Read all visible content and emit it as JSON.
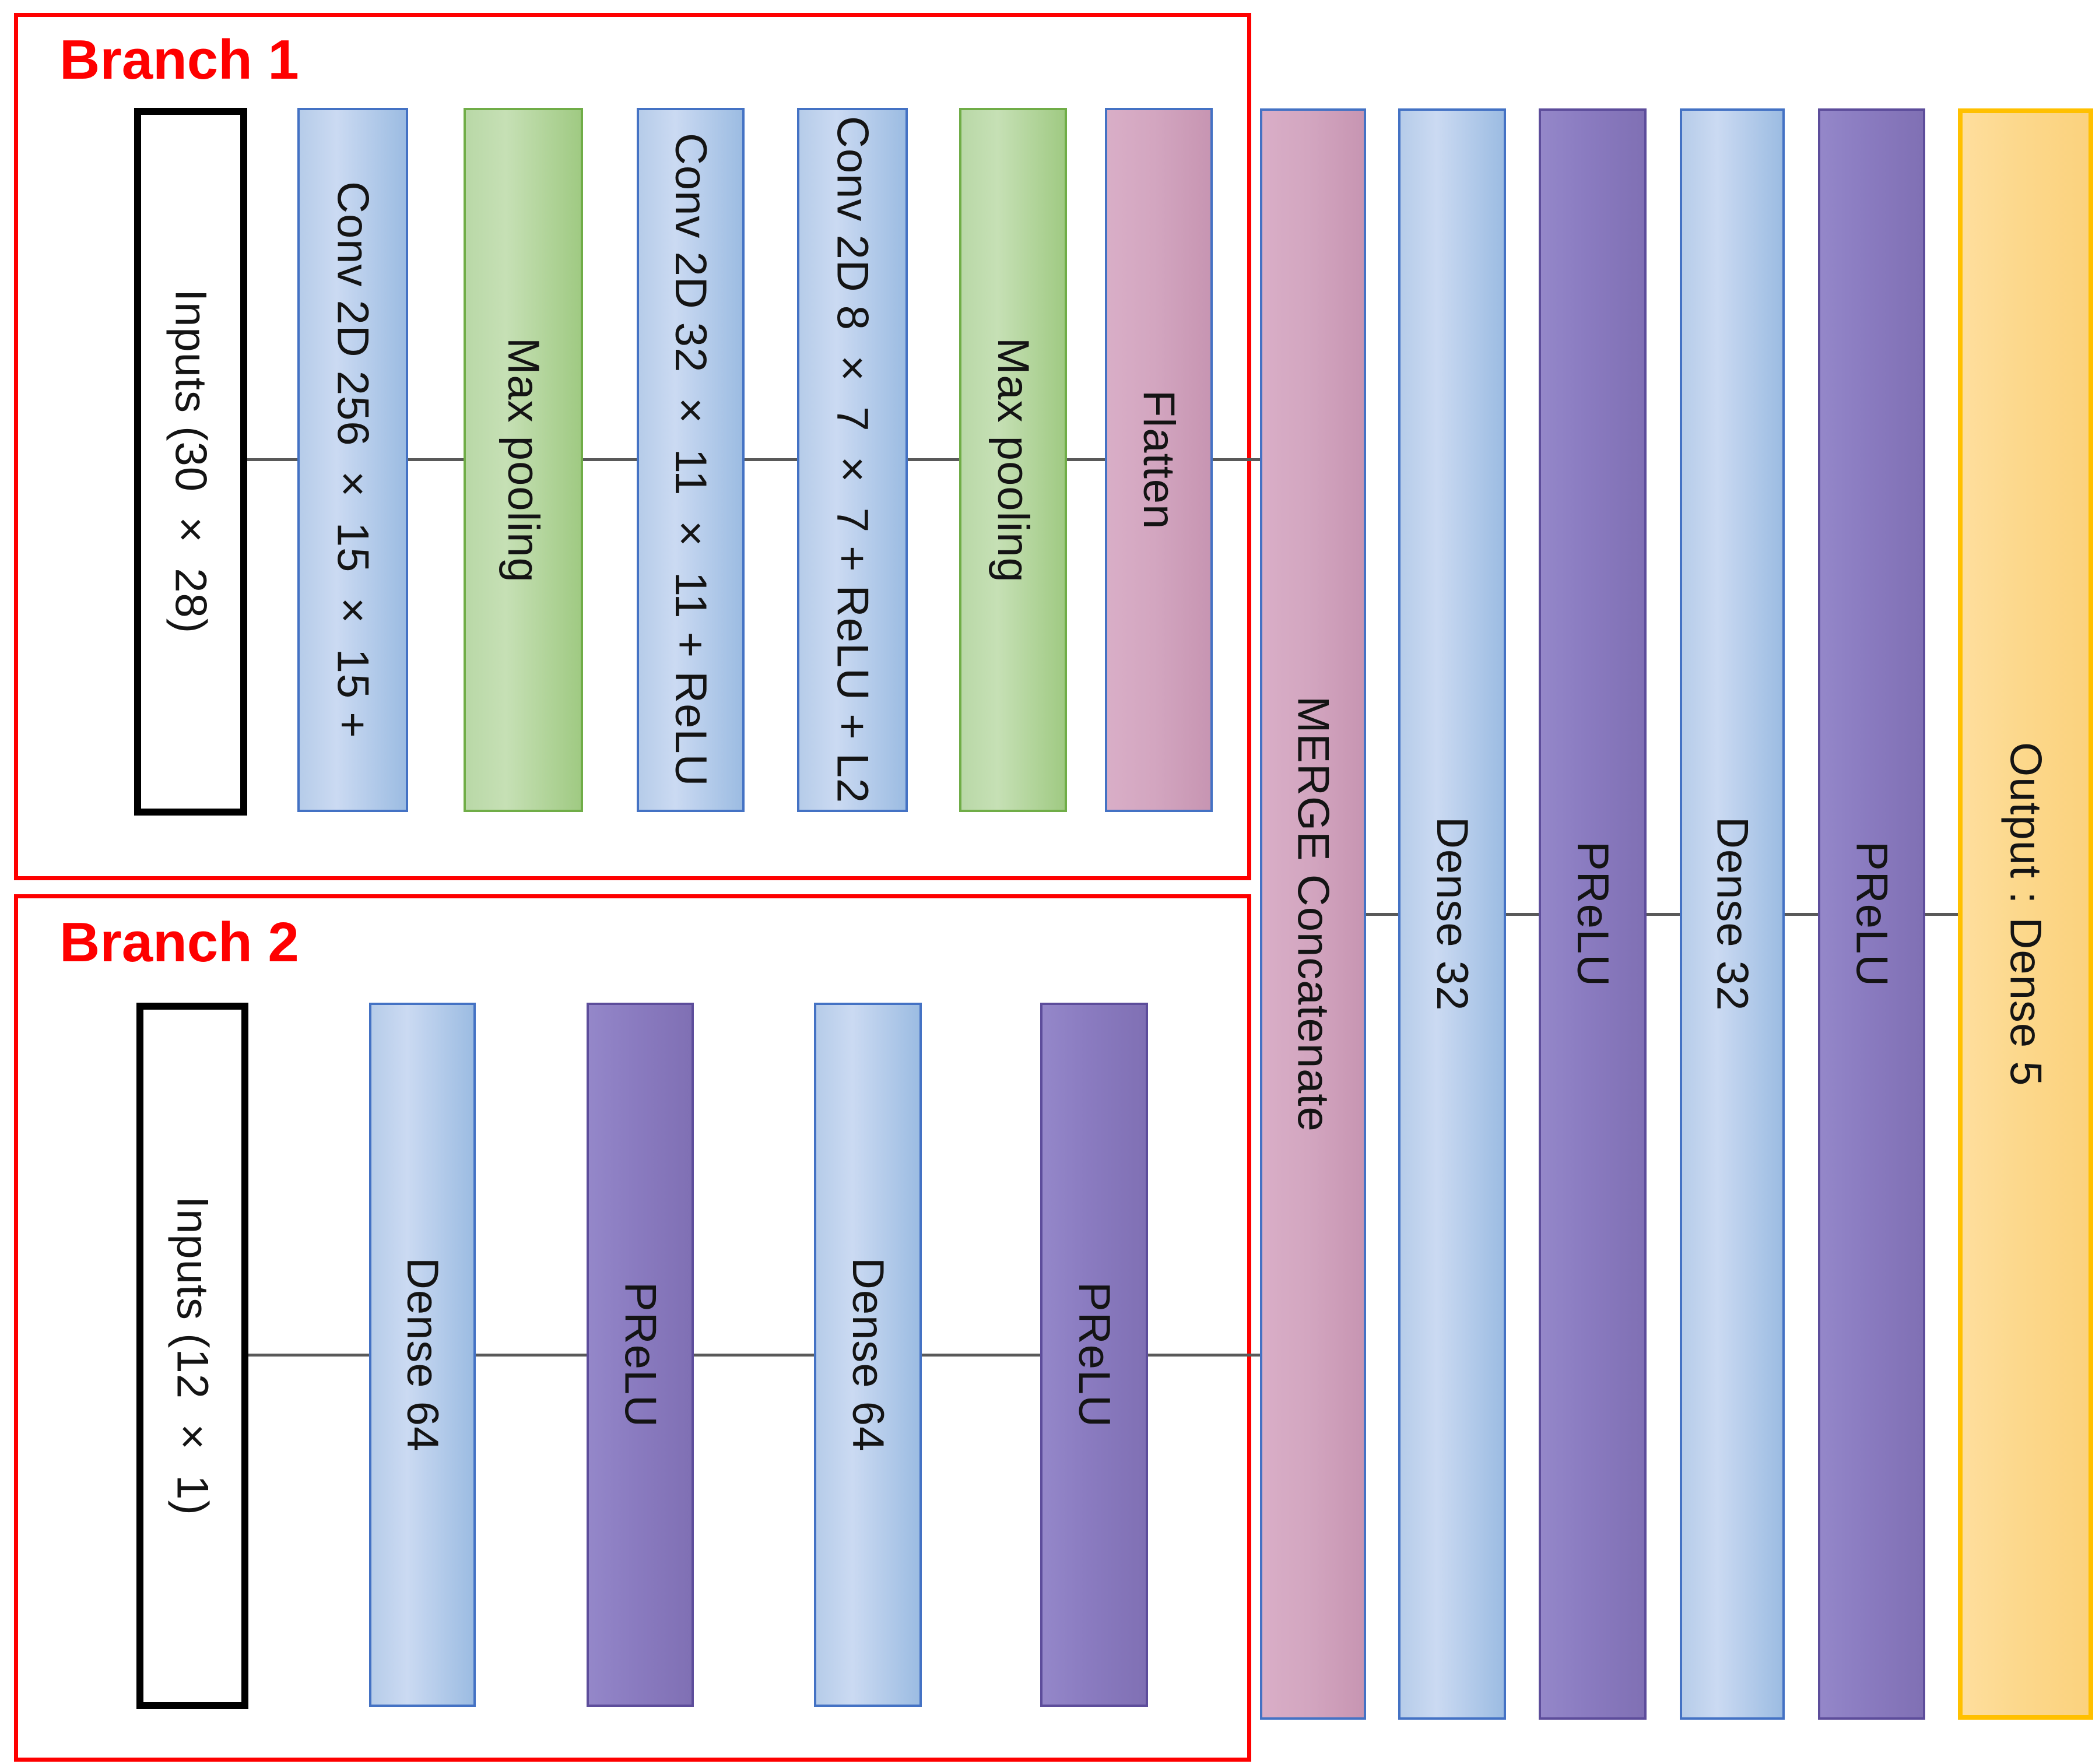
{
  "diagram": {
    "title_hint": "Two-branch neural network architecture",
    "branch1": {
      "label": "Branch 1",
      "layers": [
        {
          "label": "Inputs (30 × 28)",
          "type": "input"
        },
        {
          "label": "Conv 2D 256 × 15 × 15 +",
          "type": "conv"
        },
        {
          "label": "Max pooling",
          "type": "pool"
        },
        {
          "label": "Conv 2D 32 × 11 × 11 + ReLU",
          "type": "conv"
        },
        {
          "label": "Conv 2D 8 × 7 × 7 + ReLU + L2",
          "type": "conv"
        },
        {
          "label": "Max pooling",
          "type": "pool"
        },
        {
          "label": "Flatten",
          "type": "flatten"
        }
      ]
    },
    "branch2": {
      "label": "Branch 2",
      "layers": [
        {
          "label": "Inputs (12 × 1)",
          "type": "input"
        },
        {
          "label": "Dense 64",
          "type": "dense"
        },
        {
          "label": "PReLU",
          "type": "prelu"
        },
        {
          "label": "Dense 64",
          "type": "dense"
        },
        {
          "label": "PReLU",
          "type": "prelu"
        }
      ]
    },
    "merged": {
      "layers": [
        {
          "label": "MERGE Concatenate",
          "type": "merge"
        },
        {
          "label": "Dense 32",
          "type": "dense"
        },
        {
          "label": "PReLU",
          "type": "prelu"
        },
        {
          "label": "Dense 32",
          "type": "dense"
        },
        {
          "label": "PReLU",
          "type": "prelu"
        },
        {
          "label": "Output : Dense 5",
          "type": "output"
        }
      ]
    },
    "colors": {
      "frame_red": "#fe0000",
      "conv_dense_fill": "#b6cce9",
      "conv_dense_border": "#4472c4",
      "pool_fill": "#b9d8a7",
      "pool_border": "#70ad47",
      "flatten_merge_fill": "#d0a2bd",
      "prelu_fill": "#8a7bc0",
      "prelu_border": "#5d4d9b",
      "output_fill": "#fcd88c",
      "output_border": "#ffc000",
      "input_fill": "#ffffff",
      "input_border": "#000000",
      "connector": "#595959",
      "text": "#141414"
    }
  }
}
